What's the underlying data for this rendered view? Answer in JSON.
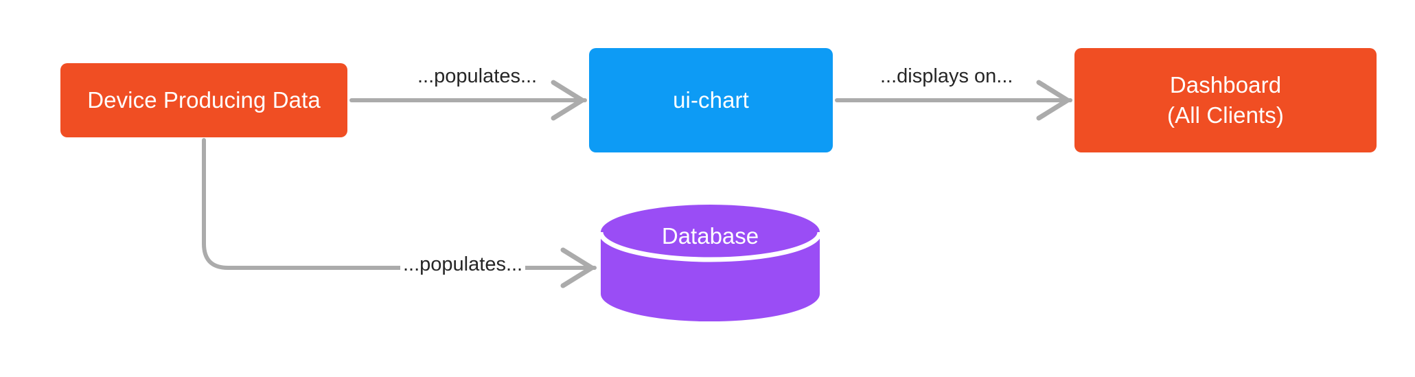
{
  "diagram": {
    "type": "flowchart",
    "direction": "left-to-right",
    "background": "#ffffff",
    "nodes": [
      {
        "id": "device",
        "label": "Device Producing Data",
        "shape": "rounded-rectangle",
        "color": "#F04E23",
        "text_color": "#ffffff"
      },
      {
        "id": "uichart",
        "label": "ui-chart",
        "shape": "rounded-rectangle",
        "color": "#0D9BF5",
        "text_color": "#ffffff"
      },
      {
        "id": "dashboard",
        "label": "Dashboard\n(All Clients)",
        "shape": "rounded-rectangle",
        "color": "#F04E23",
        "text_color": "#ffffff"
      },
      {
        "id": "database",
        "label": "Database",
        "shape": "cylinder",
        "color": "#9A4DF5",
        "text_color": "#ffffff"
      }
    ],
    "edges": [
      {
        "id": "e1",
        "from": "device",
        "to": "uichart",
        "label": "...populates...",
        "style": "straight",
        "color": "#ABABAB"
      },
      {
        "id": "e2",
        "from": "uichart",
        "to": "dashboard",
        "label": "...displays on...",
        "style": "straight",
        "color": "#ABABAB"
      },
      {
        "id": "e3",
        "from": "device",
        "to": "database",
        "label": "...populates...",
        "style": "elbow-curved",
        "color": "#ABABAB"
      }
    ]
  }
}
